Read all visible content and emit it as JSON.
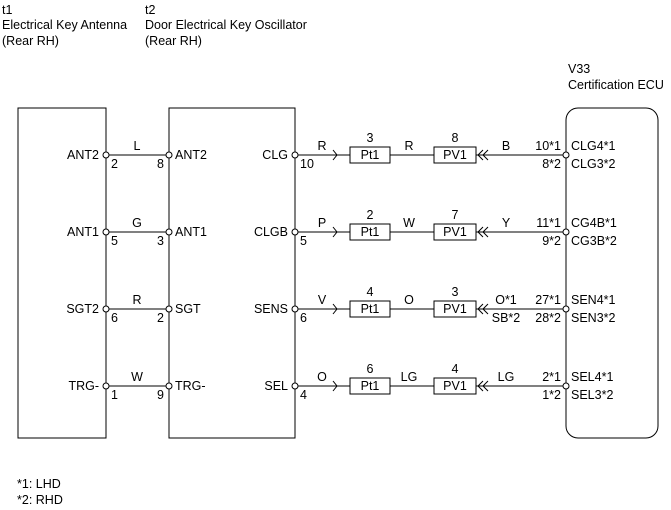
{
  "components": {
    "t1": {
      "ref": "t1",
      "name_line1": "Electrical Key Antenna",
      "name_line2": "(Rear RH)"
    },
    "t2": {
      "ref": "t2",
      "name_line1": "Door Electrical Key Oscillator",
      "name_line2": "(Rear RH)"
    },
    "v33": {
      "ref": "V33",
      "name": "Certification ECU"
    }
  },
  "connectors": {
    "pt1": "Pt1",
    "pv1": "PV1"
  },
  "wires_t1_t2": [
    {
      "t1_term": "ANT2",
      "t1_pin": "2",
      "color": "L",
      "t2_pin": "8",
      "t2_term": "ANT2"
    },
    {
      "t1_term": "ANT1",
      "t1_pin": "5",
      "color": "G",
      "t2_pin": "3",
      "t2_term": "ANT1"
    },
    {
      "t1_term": "SGT2",
      "t1_pin": "6",
      "color": "R",
      "t2_pin": "2",
      "t2_term": "SGT"
    },
    {
      "t1_term": "TRG-",
      "t1_pin": "1",
      "color": "W",
      "t2_pin": "9",
      "t2_term": "TRG-"
    }
  ],
  "wires_t2_ecu": [
    {
      "t2_term": "CLG",
      "t2_pin": "10",
      "color1": "R",
      "pt1_pin": "3",
      "color2": "R",
      "pv1_pin": "8",
      "color3": "B",
      "color3b": "",
      "ecu_pin1": "10*1",
      "ecu_pin2": "8*2",
      "ecu_term1": "CLG4*1",
      "ecu_term2": "CLG3*2"
    },
    {
      "t2_term": "CLGB",
      "t2_pin": "5",
      "color1": "P",
      "pt1_pin": "2",
      "color2": "W",
      "pv1_pin": "7",
      "color3": "Y",
      "color3b": "",
      "ecu_pin1": "11*1",
      "ecu_pin2": "9*2",
      "ecu_term1": "CG4B*1",
      "ecu_term2": "CG3B*2"
    },
    {
      "t2_term": "SENS",
      "t2_pin": "6",
      "color1": "V",
      "pt1_pin": "4",
      "color2": "O",
      "pv1_pin": "3",
      "color3": "O*1",
      "color3b": "SB*2",
      "ecu_pin1": "27*1",
      "ecu_pin2": "28*2",
      "ecu_term1": "SEN4*1",
      "ecu_term2": "SEN3*2"
    },
    {
      "t2_term": "SEL",
      "t2_pin": "4",
      "color1": "O",
      "pt1_pin": "6",
      "color2": "LG",
      "pv1_pin": "4",
      "color3": "LG",
      "color3b": "",
      "ecu_pin1": "2*1",
      "ecu_pin2": "1*2",
      "ecu_term1": "SEL4*1",
      "ecu_term2": "SEL3*2"
    }
  ],
  "notes": [
    "*1: LHD",
    "*2: RHD"
  ]
}
